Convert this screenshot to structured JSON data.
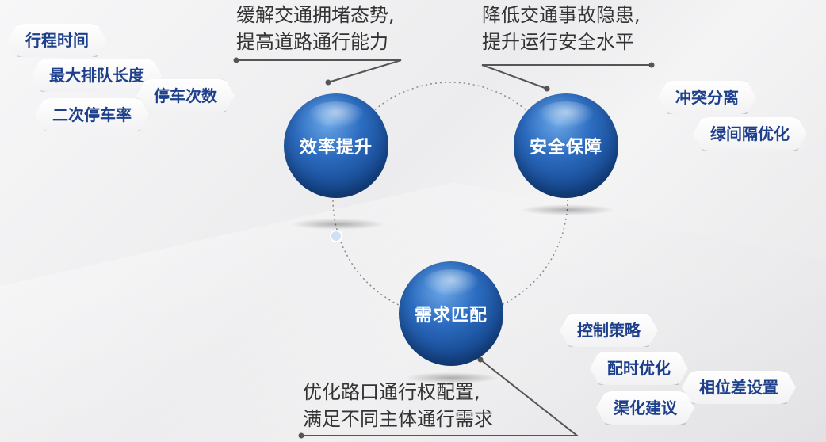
{
  "nodes": {
    "efficiency": "效率提升",
    "safety": "安全保障",
    "demand": "需求匹配"
  },
  "captions": {
    "efficiency": [
      "缓解交通拥堵态势,",
      "提高道路通行能力"
    ],
    "safety": [
      "降低交通事故隐患,",
      "提升运行安全水平"
    ],
    "demand": [
      "优化路口通行权配置,",
      "满足不同主体通行需求"
    ]
  },
  "tags": {
    "efficiency": [
      "行程时间",
      "最大排队长度",
      "停车次数",
      "二次停车率"
    ],
    "safety": [
      "冲突分离",
      "绿间隔优化"
    ],
    "demand": [
      "控制策略",
      "配时优化",
      "相位差设置",
      "渠化建议"
    ]
  },
  "colors": {
    "sphere": "#1f5aa8",
    "tag_text": "#1d3f8c",
    "connector": "#555555"
  }
}
